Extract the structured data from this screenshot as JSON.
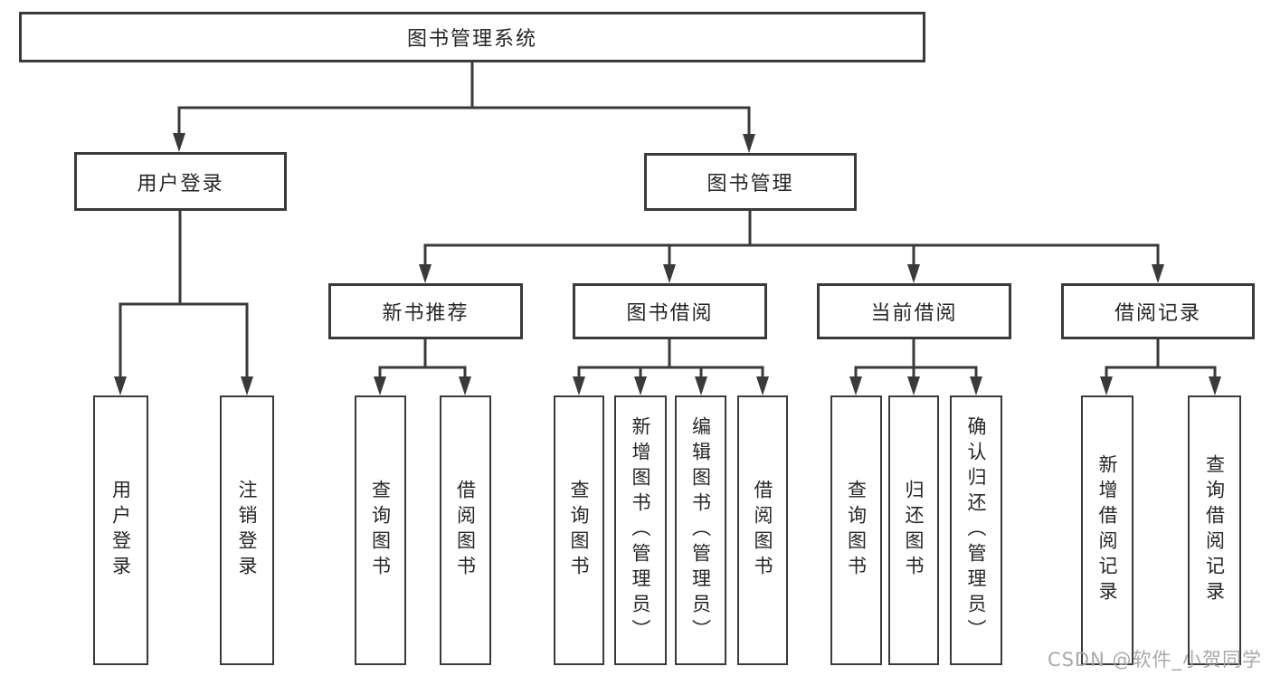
{
  "title_box": {
    "label": "图书管理系统"
  },
  "level1": [
    {
      "label": "用户登录"
    },
    {
      "label": "图书管理"
    }
  ],
  "level2": [
    {
      "label": "新书推荐"
    },
    {
      "label": "图书借阅"
    },
    {
      "label": "当前借阅"
    },
    {
      "label": "借阅记录"
    }
  ],
  "leaves": {
    "user_login": [
      "用户登录",
      "注销登录"
    ],
    "new_book": [
      "查询图书",
      "借阅图书"
    ],
    "book_borrow": [
      "查询图书",
      "新增图书（管理员）",
      "编辑图书（管理员）",
      "借阅图书"
    ],
    "current_borrow": [
      "查询图书",
      "归还图书",
      "确认归还（管理员）"
    ],
    "borrow_record": [
      "新增借阅记录",
      "查询借阅记录"
    ]
  },
  "watermark": "CSDN @软件_小贺同学",
  "colors": {
    "line": "#3a3a3a",
    "text": "#262626",
    "background": "#ffffff",
    "watermark": "#a8a8a8"
  }
}
